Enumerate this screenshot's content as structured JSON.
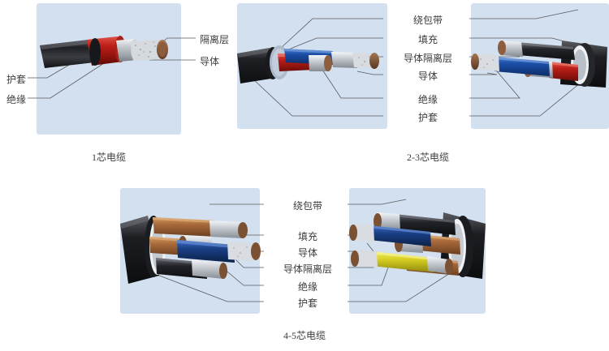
{
  "figure": {
    "background": "#ffffff",
    "panel_color": "#d3e0f0",
    "line_color": "#5a5a5a"
  },
  "sections": [
    {
      "id": "single-core",
      "caption": "1芯电缆",
      "labels_left": [
        "护套",
        "绝缘"
      ],
      "labels_right": [
        "隔离层",
        "导体"
      ],
      "layers": [
        {
          "name": "护套",
          "color": "#2b2b2f"
        },
        {
          "name": "绝缘",
          "color": "#c02a22"
        },
        {
          "name": "隔离层",
          "color": "#b9bec4"
        },
        {
          "name": "导体",
          "color": "#8a5a3b"
        }
      ]
    },
    {
      "id": "two-three-core",
      "caption": "2-3芯电缆",
      "labels": [
        "绕包带",
        "填充",
        "导体隔离层",
        "导体",
        "绝缘",
        "护套"
      ],
      "core_colors_left": [
        "#c02a22",
        "#1b4fa8"
      ],
      "core_colors_right": [
        "#2b2b2f",
        "#1b4fa8",
        "#c02a22"
      ]
    },
    {
      "id": "four-five-core",
      "caption": "4-5芯电缆",
      "labels": [
        "绕包带",
        "填充",
        "导体",
        "导体隔离层",
        "绝缘",
        "护套"
      ],
      "core_colors_left": [
        "#b5703c",
        "#b5703c",
        "#1b3f86",
        "#2b2b2f"
      ],
      "core_colors_right": [
        "#2b2b2f",
        "#1b3f86",
        "#d8cf22",
        "#b5703c",
        "#b5703c"
      ]
    }
  ]
}
